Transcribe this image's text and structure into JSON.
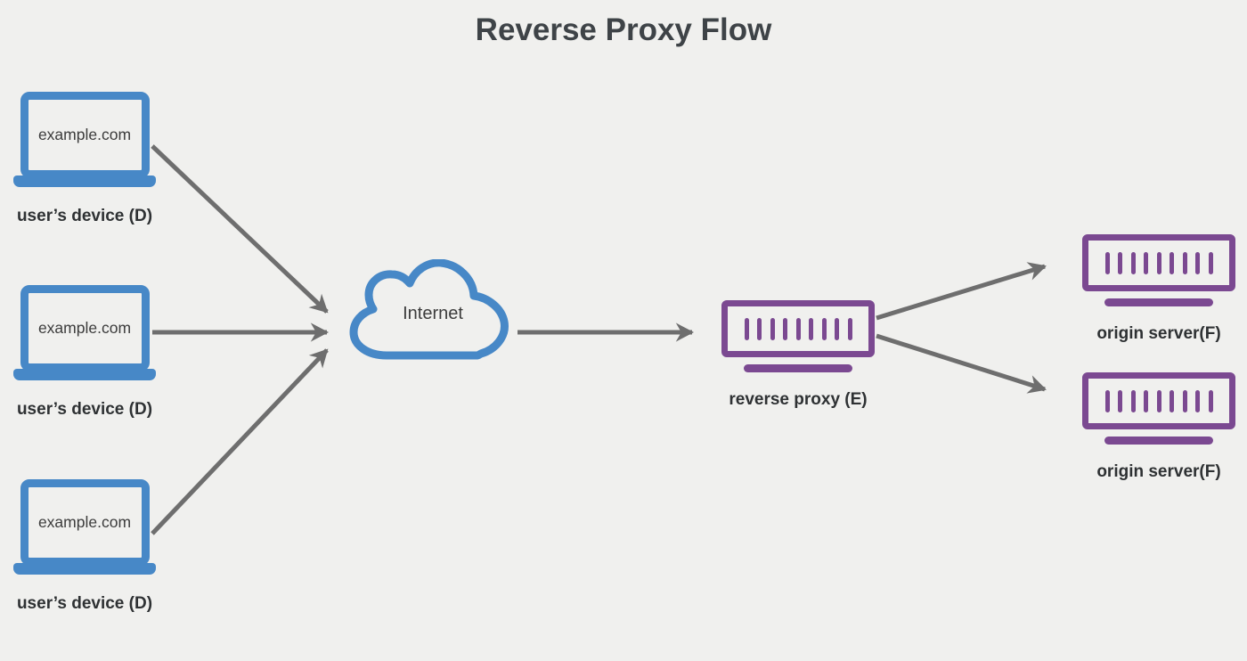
{
  "title": "Reverse Proxy Flow",
  "colors": {
    "background": "#f0f0ee",
    "blue": "#4788c7",
    "purple": "#7b4991",
    "arrow": "#6e6e6e",
    "text": "#3e4347"
  },
  "devices": [
    {
      "screen_label": "example.com",
      "caption": "user’s device (D)"
    },
    {
      "screen_label": "example.com",
      "caption": "user’s device (D)"
    },
    {
      "screen_label": "example.com",
      "caption": "user’s device (D)"
    }
  ],
  "cloud": {
    "label": "Internet"
  },
  "proxy": {
    "caption": "reverse proxy (E)"
  },
  "origin_servers": [
    {
      "caption": "origin server(F)"
    },
    {
      "caption": "origin server(F)"
    }
  ],
  "connections": [
    {
      "from": "user's device (D) #1",
      "to": "Internet"
    },
    {
      "from": "user's device (D) #2",
      "to": "Internet"
    },
    {
      "from": "user's device (D) #3",
      "to": "Internet"
    },
    {
      "from": "Internet",
      "to": "reverse proxy (E)"
    },
    {
      "from": "reverse proxy (E)",
      "to": "origin server(F) #1"
    },
    {
      "from": "reverse proxy (E)",
      "to": "origin server(F) #2"
    }
  ]
}
